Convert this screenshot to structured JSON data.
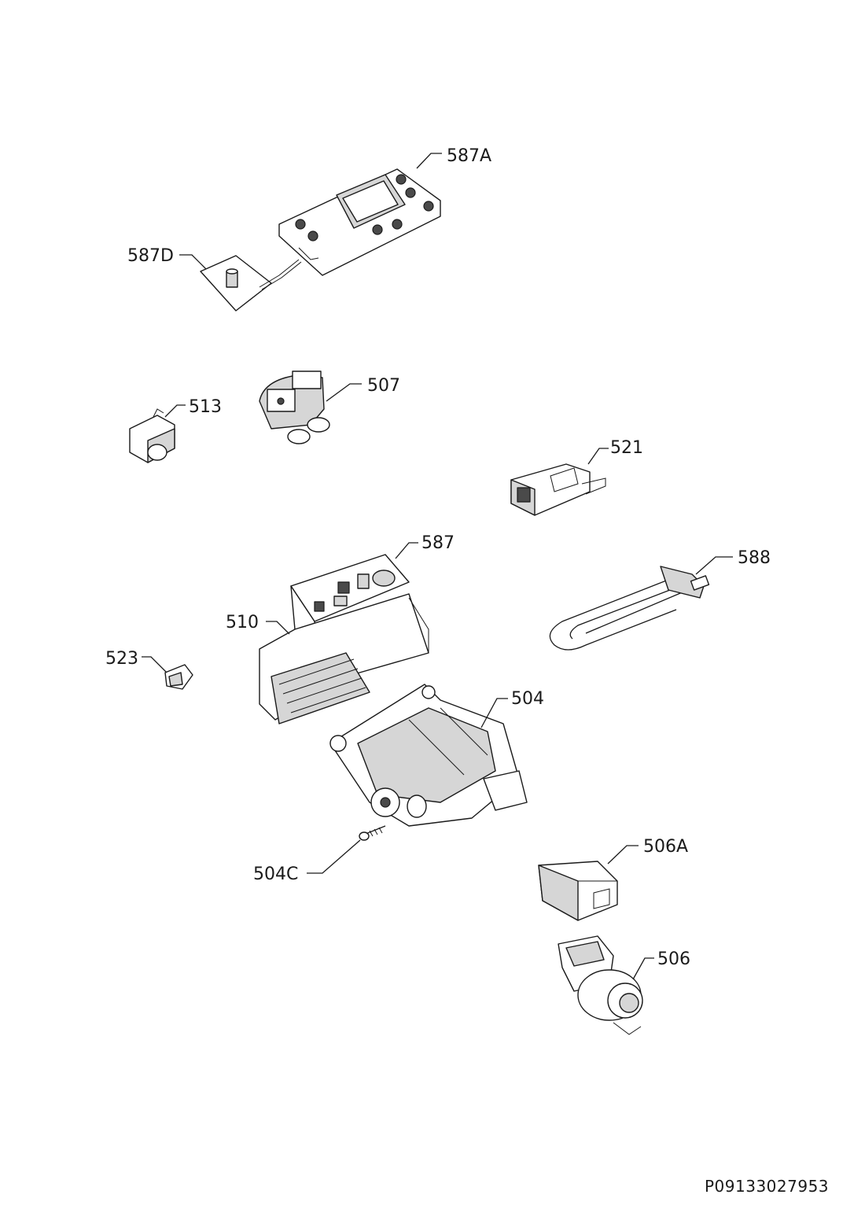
{
  "diagram": {
    "document_code": "P09133027953",
    "parts": [
      {
        "id": "587A",
        "label": "587A"
      },
      {
        "id": "587D",
        "label": "587D"
      },
      {
        "id": "507",
        "label": "507"
      },
      {
        "id": "513",
        "label": "513"
      },
      {
        "id": "521",
        "label": "521"
      },
      {
        "id": "587",
        "label": "587"
      },
      {
        "id": "510",
        "label": "510"
      },
      {
        "id": "588",
        "label": "588"
      },
      {
        "id": "523",
        "label": "523"
      },
      {
        "id": "504",
        "label": "504"
      },
      {
        "id": "506A",
        "label": "506A"
      },
      {
        "id": "504C",
        "label": "504C"
      },
      {
        "id": "506",
        "label": "506"
      }
    ]
  }
}
